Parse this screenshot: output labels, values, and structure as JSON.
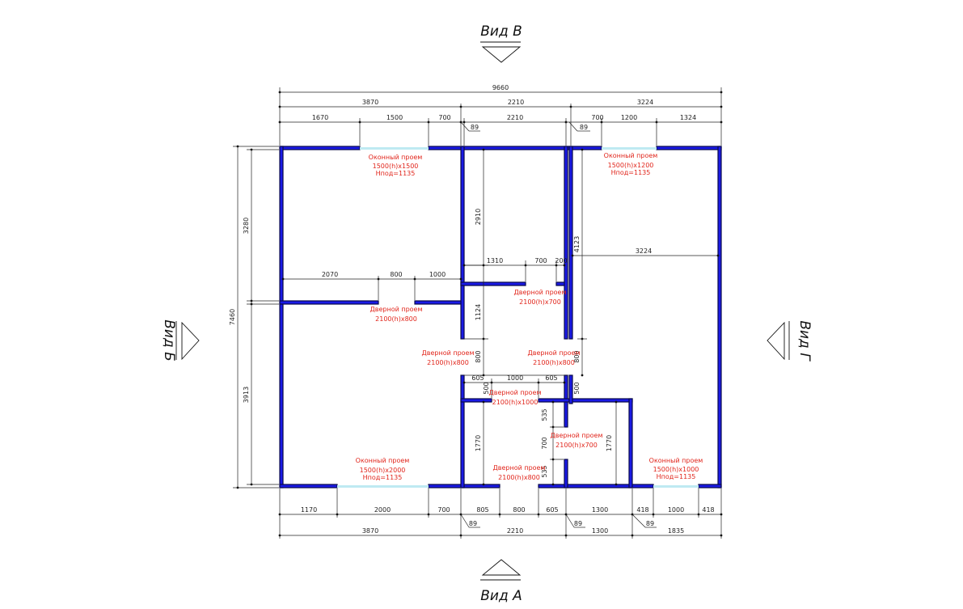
{
  "views": {
    "top": "Вид В",
    "bottom": "Вид А",
    "left": "Вид Б",
    "right": "Вид Г"
  },
  "dims": {
    "total_width": "9660",
    "top_3870": "3870",
    "top_2210": "2210",
    "top_3224": "3224",
    "top_1670": "1670",
    "top_1500": "1500",
    "top_700a": "700",
    "top_2210b": "2210",
    "top_700b": "700",
    "top_1200": "1200",
    "top_1324": "1324",
    "t89a": "89",
    "t89b": "89",
    "left_7460": "7460",
    "left_3280": "3280",
    "left_3913": "3913",
    "d2070": "2070",
    "d800a": "800",
    "d1000a": "1000",
    "d2910": "2910",
    "d1124": "1124",
    "d800b": "800",
    "d1310": "1310",
    "d700c": "700",
    "d200": "200",
    "d4123": "4123",
    "d3224b": "3224",
    "d800c": "800",
    "d605a": "605",
    "d1000b": "1000",
    "d605b": "605",
    "d500a": "500",
    "d500b": "500",
    "d1770a": "1770",
    "d535a": "535",
    "d700d": "700",
    "d535b": "535",
    "d1770b": "1770",
    "bot_1170": "1170",
    "bot_2000": "2000",
    "bot_700": "700",
    "bot_805": "805",
    "bot_800": "800",
    "bot_605": "605",
    "bot_1300": "1300",
    "bot_418a": "418",
    "bot_1000": "1000",
    "bot_418b": "418",
    "bot2_3870": "3870",
    "bot2_2210": "2210",
    "bot2_1300": "1300",
    "bot2_1835": "1835",
    "b89a": "89",
    "b89b": "89",
    "b89c": "89"
  },
  "labels": {
    "win1": [
      "Оконный проем",
      "1500(h)x1500",
      "Hпод=1135"
    ],
    "win2": [
      "Оконный проем",
      "1500(h)x1200",
      "Hпод=1135"
    ],
    "win3": [
      "Оконный проем",
      "1500(h)x2000",
      "Hпод=1135"
    ],
    "win4": [
      "Оконный проем",
      "1500(h)x1000",
      "Hпод=1135"
    ],
    "door1": [
      "Дверной проем",
      "2100(h)x800"
    ],
    "door2": [
      "Дверной проем",
      "2100(h)x700"
    ],
    "door3": [
      "Дверной проем",
      "2100(h)x800"
    ],
    "door4": [
      "Дверной проем",
      "2100(h)x800"
    ],
    "door5": [
      "Дверной проем",
      "2100(h)x1000"
    ],
    "door6": [
      "Дверной проем",
      "2100(h)x700"
    ],
    "door7": [
      "Дверной проем",
      "2100(h)x800"
    ]
  },
  "colors": {
    "wall": "#1a1ae6",
    "wall_outline": "#0b0b4a",
    "window": "#bfeaf2",
    "label": "#e1251b"
  }
}
